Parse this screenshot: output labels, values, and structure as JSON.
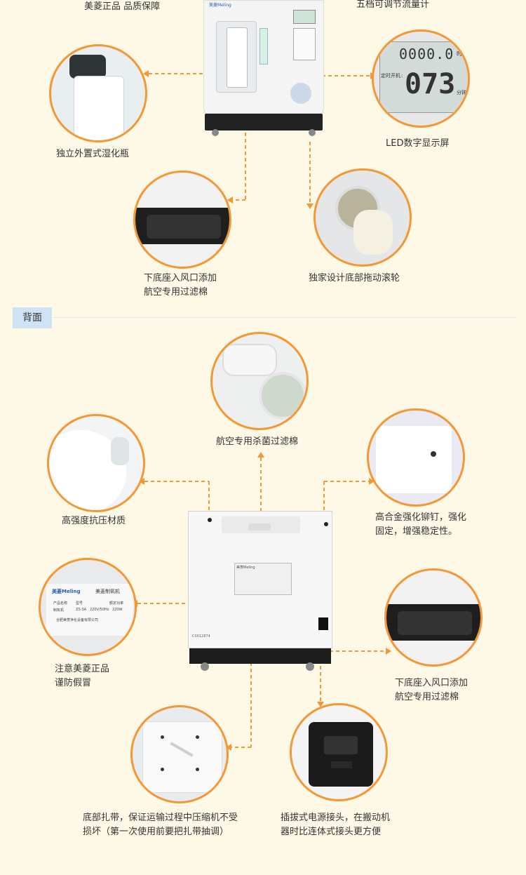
{
  "labels": {
    "genuine": "美菱正品 品质保障",
    "flow": "五档可调节流量计",
    "humidifier": "独立外置式湿化瓶",
    "led": "LED数字显示屏",
    "filter_front_line1": "下底座入风口添加",
    "filter_front_line2": "航空专用过滤棉",
    "wheel": "独家设计底部拖动滚轮",
    "section_back": "背面",
    "sterile_filter": "航空专用杀菌过滤棉",
    "material": "高强度抗压材质",
    "rivet_line1": "高合金强化铆钉，强化",
    "rivet_line2": "固定，增强稳定性。",
    "nameplate_line1": "注意美菱正品",
    "nameplate_line2": "谨防假冒",
    "filter_back_line1": "下底座入风口添加",
    "filter_back_line2": "航空专用过滤棉",
    "strap_line1": "底部扎带，保证运输过程中压缩机不受",
    "strap_line2": "损坏（第一次使用前要把扎带抽调）",
    "plug_line1": "插拔式电源接头，在搬动机",
    "plug_line2": "器时比连体式接头更方便"
  },
  "lcd": {
    "top_value": "0000.0",
    "top_unit": "时",
    "timer_label": "定时开机:",
    "timer_value": "073",
    "timer_unit": "分钟"
  },
  "nameplate": {
    "brand": "美菱Meling",
    "product": "美菱制氧机",
    "row1_col1": "产品名称",
    "row1_col2": "型号",
    "row1_col3": "额定功率",
    "row2_col1": "制氧机",
    "row2_col2": "ZS-3A",
    "row2_col3": "220V/50Hz",
    "row2_col4": "220W",
    "company": "合肥美菱净化设备有限公司"
  },
  "machine": {
    "front_brand": "美菱Meling",
    "back_brand": "美菱Meling",
    "serial": "C0012874"
  },
  "colors": {
    "accent_orange": "#f39835",
    "background": "#fdf9e6",
    "section_tag": "#cfe3f5"
  }
}
